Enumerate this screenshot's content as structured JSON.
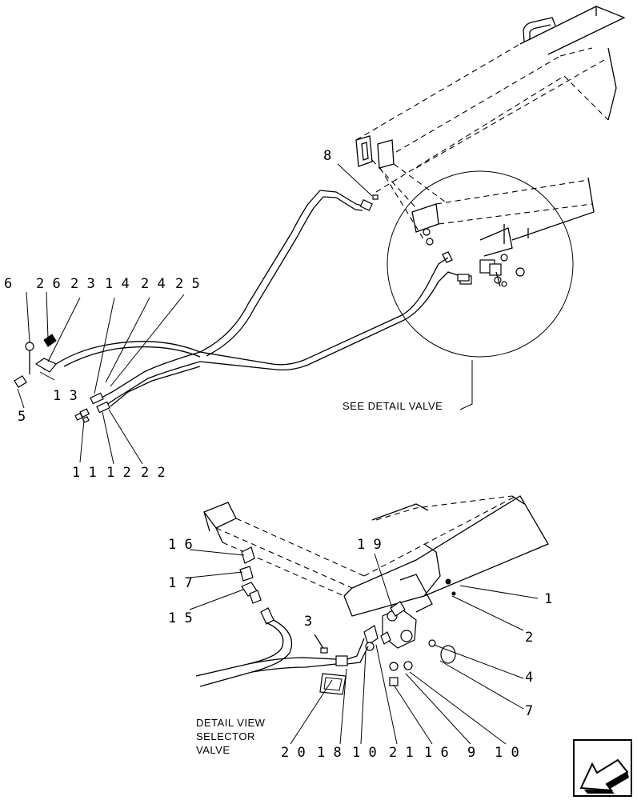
{
  "top_view": {
    "callouts": [
      "8",
      "6",
      "2 6",
      "2 3",
      "1 4",
      "2 4",
      "2 5",
      "1 3",
      "5",
      "1 1",
      "1 2",
      "2 2"
    ],
    "see_detail_label": "SEE DETAIL VALVE"
  },
  "detail_view": {
    "callouts": [
      "1 6",
      "1 7",
      "1 5",
      "1 9",
      "1",
      "2",
      "3",
      "4",
      "7",
      "2 0",
      "1 8",
      "1 0",
      "2 1",
      "1 6",
      "9",
      "1 0"
    ],
    "caption_lines": [
      "DETAIL VIEW",
      "SELECTOR",
      "VALVE"
    ]
  },
  "nav_icon": "arrow-icon"
}
